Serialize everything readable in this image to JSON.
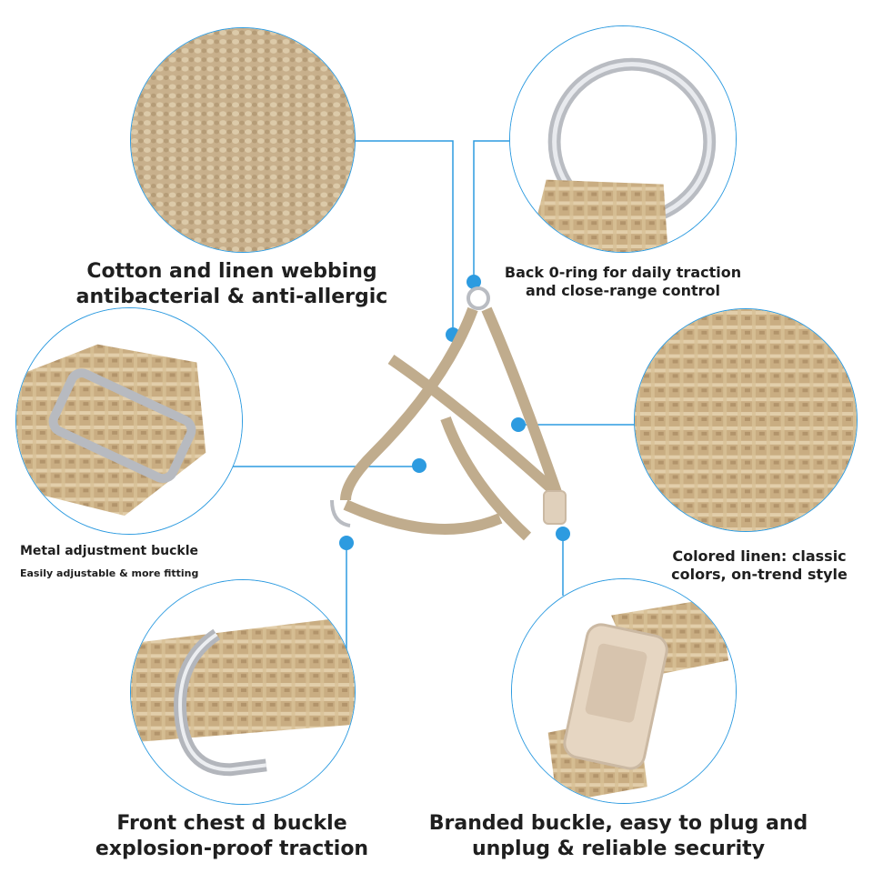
{
  "accent_color": "#2d9be0",
  "callouts": {
    "webbing": {
      "line1": "Cotton and linen webbing",
      "line2": "antibacterial & anti-allergic"
    },
    "o_ring": {
      "line1": "Back 0-ring for daily traction",
      "line2": "and close-range control"
    },
    "adjust": {
      "line1": "Metal adjustment buckle",
      "line2": "Easily adjustable & more fitting"
    },
    "linen": {
      "line1": "Colored linen: classic",
      "line2": "colors, on-trend style"
    },
    "d_buckle": {
      "line1": "Front chest d buckle",
      "line2": "explosion-proof traction"
    },
    "branded": {
      "line1": "Branded buckle, easy to plug and",
      "line2": "unplug & reliable security"
    }
  }
}
